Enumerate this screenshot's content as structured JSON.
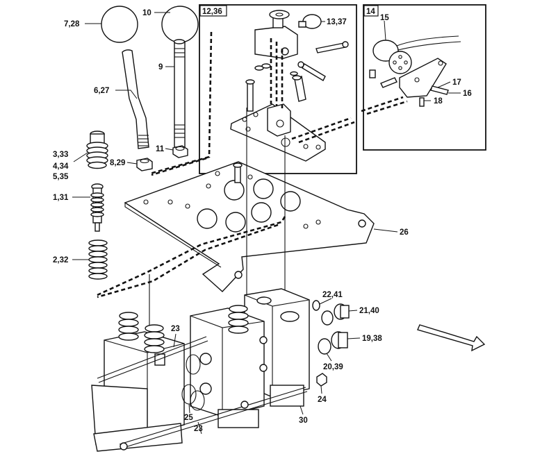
{
  "diagram": {
    "callouts": {
      "c_7_28": "7,28",
      "c_10": "10",
      "c_9": "9",
      "c_6_27": "6,27",
      "c_11": "11",
      "c_8_29": "8,29",
      "c_3_33": "3,33",
      "c_4_34": "4,34",
      "c_5_35": "5,35",
      "c_1_31": "1,31",
      "c_2_32": "2,32",
      "c_12_36": "12,36",
      "c_13_37": "13,37",
      "c_14": "14",
      "c_15": "15",
      "c_17": "17",
      "c_16": "16",
      "c_18": "18",
      "c_26": "26",
      "c_22_41": "22,41",
      "c_21_40": "21,40",
      "c_19_38": "19,38",
      "c_20_39": "20,39",
      "c_23_a": "23",
      "c_23_b": "23",
      "c_24": "24",
      "c_25": "25",
      "c_30": "30"
    }
  }
}
